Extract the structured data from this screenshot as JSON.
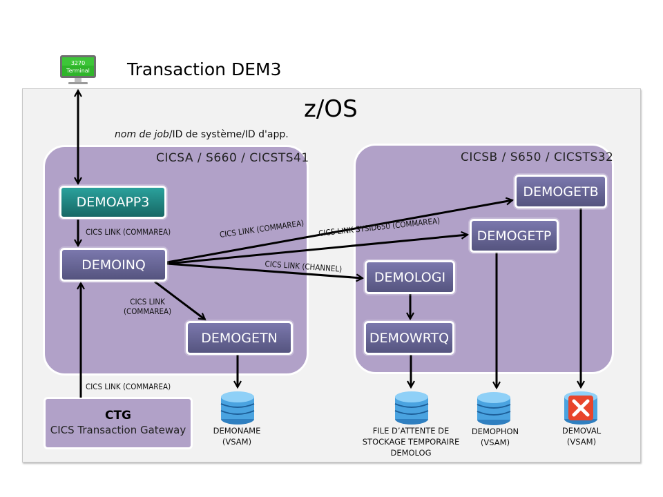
{
  "title": "Transaction DEM3",
  "terminal": {
    "line1": "3270",
    "line2": "Terminal"
  },
  "zos": {
    "label": "z/OS",
    "legend": {
      "italic": "nom de job",
      "rest": "/ID de système/ID d'app."
    }
  },
  "regions": [
    {
      "title": "CICSA / S660 / CICSTS41"
    },
    {
      "title": "CICSB / S650 / CICSTS32"
    }
  ],
  "programs": {
    "demoapp3": "DEMOAPP3",
    "demoinq": "DEMOINQ",
    "demogetn": "DEMOGETN",
    "demogetb": "DEMOGETB",
    "demogetp": "DEMOGETP",
    "demologi": "DEMOLOGI",
    "demowrtq": "DEMOWRTQ"
  },
  "links": {
    "app3_to_inq": "CICS LINK (COMMAREA)",
    "inq_to_getb": "CICS LINK (COMMAREA)",
    "inq_to_getp": "CICS LINK SYSID650 (COMMAREA)",
    "inq_to_logi": "CICS LINK (CHANNEL)",
    "inq_to_getn_1": "CICS LINK",
    "inq_to_getn_2": "(COMMAREA)",
    "ctg_to_inq": "CICS LINK (COMMAREA)"
  },
  "ctg": {
    "title": "CTG",
    "subtitle": "CICS Transaction Gateway"
  },
  "datastores": {
    "demoname": {
      "line1": "DEMONAME",
      "line2": "(VSAM)"
    },
    "demolog": {
      "line1": "FILE D’ATTENTE DE",
      "line2": "STOCKAGE TEMPORAIRE",
      "line3": "DEMOLOG"
    },
    "demophon": {
      "line1": "DEMOPHON",
      "line2": "(VSAM)"
    },
    "demoval": {
      "line1": "DEMOVAL",
      "line2": "(VSAM)",
      "status": "unavailable"
    }
  },
  "colors": {
    "region": "#b1a1c8",
    "program": "#6b6898",
    "program_entry": "#1f8a86",
    "panel": "#f2f2f2",
    "db_blue": "#4aa3e0",
    "error_red": "#e8452c"
  }
}
